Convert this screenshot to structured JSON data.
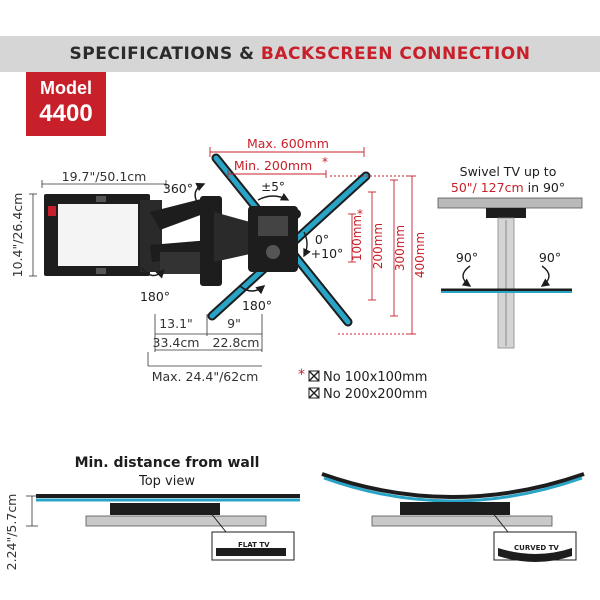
{
  "header": {
    "title_part1": "SPECIFICATIONS & ",
    "title_part2": "BACKSCREEN CONNECTION"
  },
  "model": {
    "label": "Model",
    "number": "4400"
  },
  "dimensions": {
    "wall_plate_width": "19.7\"/50.1cm",
    "wall_plate_height": "10.4\"/26.4cm",
    "swivel_wall": "360°",
    "swivel_left": "180°",
    "swivel_right": "180°",
    "rotation": "±5°",
    "tilt": "0°\n+10°",
    "tilt_line1": "0°",
    "tilt_line2": "+10°",
    "arm_min_in": "13.1\"",
    "arm_extend_in": "9\"",
    "arm_min_cm": "33.4cm",
    "arm_extend_cm": "22.8cm",
    "max_extension": "Max. 24.4\"/62cm"
  },
  "vesa": {
    "max_width": "Max. 600mm",
    "min_width": "Min. 200mm",
    "min_width_marker": "*",
    "heights": [
      "100mm",
      "200mm",
      "300mm",
      "400mm"
    ],
    "height_marker": "*",
    "exclusion_marker": "*",
    "exclusions": [
      "No 100x100mm",
      "No 200x200mm"
    ]
  },
  "swivel": {
    "title_line1": "Swivel TV up to",
    "title_line2_accent": "50\"/ 127cm",
    "title_line2_rest": " in 90°",
    "left_angle": "90°",
    "right_angle": "90°"
  },
  "wall_distance": {
    "title": "Min. distance from wall",
    "subtitle": "Top view",
    "value": "2.24\"/5.7cm",
    "flat_label": "FLAT TV",
    "curved_label": "CURVED TV"
  },
  "colors": {
    "accent_red": "#c8202a",
    "arm_blue": "#29a3c6",
    "mount_black": "#1d1d1d",
    "header_gray": "#d6d6d6",
    "dim_red_line": "#c8202a"
  }
}
